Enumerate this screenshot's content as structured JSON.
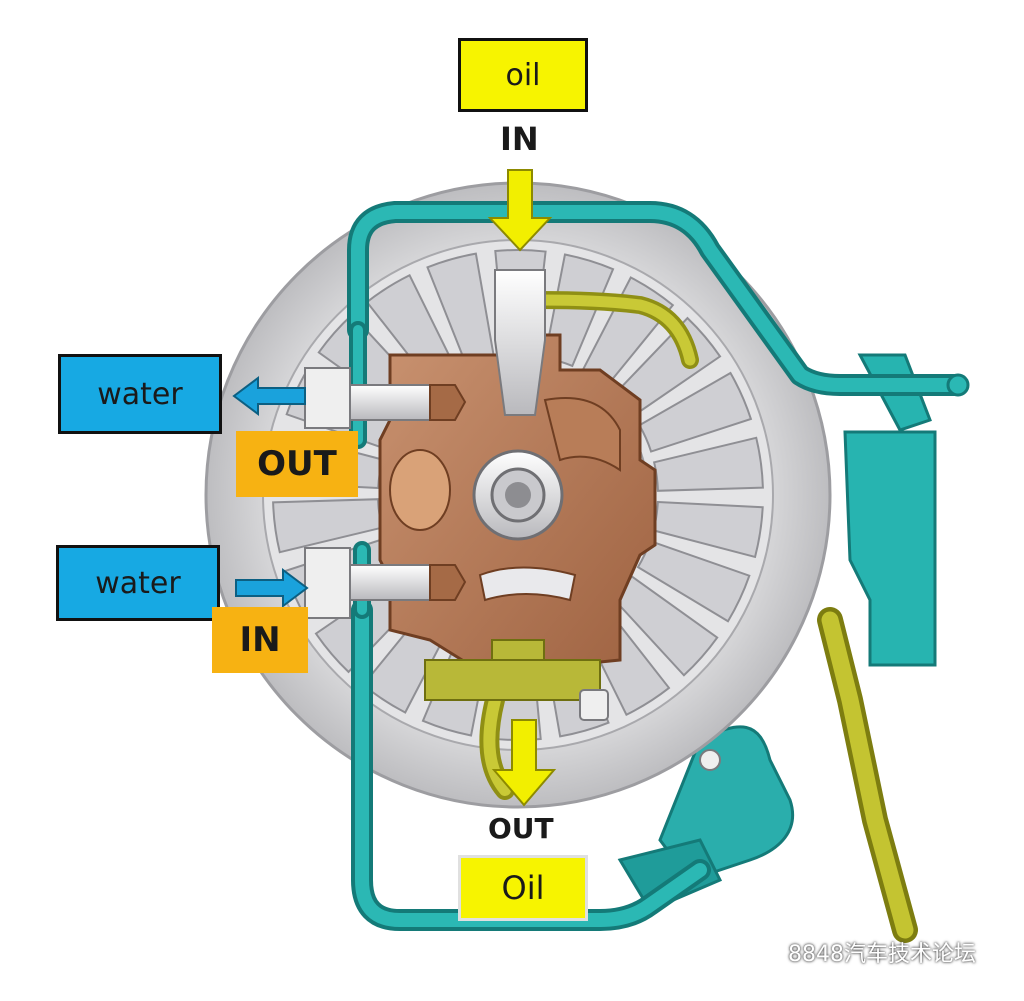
{
  "labels": {
    "oil_in_box": "oil",
    "oil_in_text": "IN",
    "oil_out_text": "OUT",
    "oil_out_box": "Oil",
    "water_out_box": "water",
    "water_out_text": "OUT",
    "water_in_box": "water",
    "water_in_text": "IN"
  },
  "watermark": "8848汽车技术论坛",
  "colors": {
    "oil": "#f7f400",
    "water": "#17a9e3",
    "status": "#f7b212",
    "housing": "#b57a55",
    "pipe": "#1d9e9e",
    "disc": "#d6d6d8"
  }
}
